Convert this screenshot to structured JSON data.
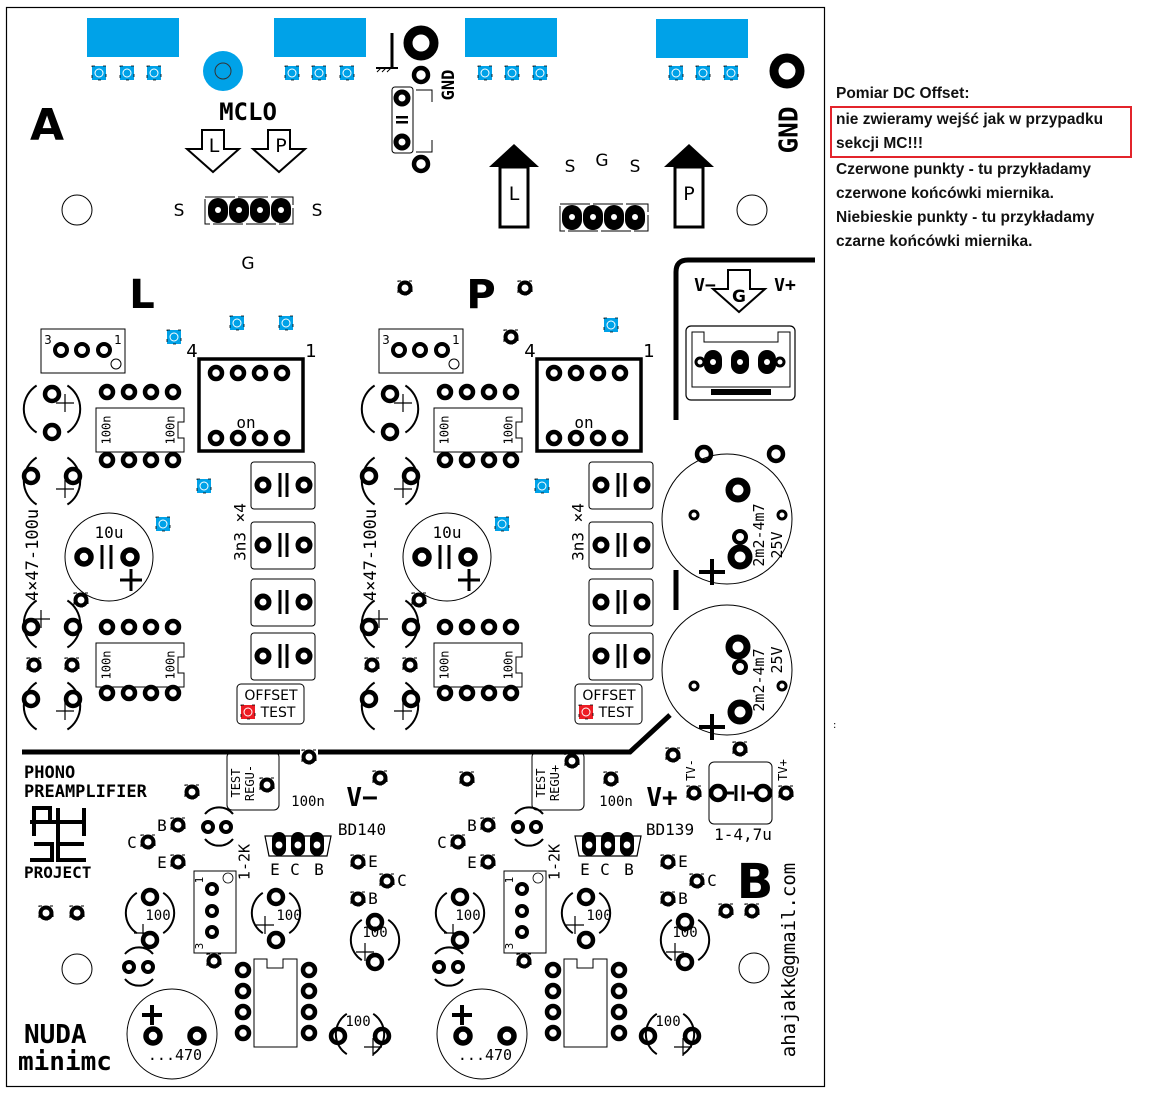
{
  "board": {
    "colors": {
      "pad_blue": "#00a2e8",
      "pad_red": "#ed1c24",
      "ink": "#000000",
      "note_box": "#e3242b"
    },
    "labels": {
      "section_a": "A",
      "section_b": "B",
      "mclo": "MCLO",
      "arrow_l": "L",
      "arrow_p": "P",
      "s_left": "S",
      "s_right": "S",
      "g_top": "G",
      "s2_left": "S",
      "g2": "G",
      "s2_right": "S",
      "gnd_small": "GND",
      "gnd_big": "GND",
      "channel_l": "L",
      "channel_p": "P",
      "pin4_l": "4",
      "pin1_l": "1",
      "pin4_p": "4",
      "pin1_p": "1",
      "pot_pin3": "3",
      "pot_pin1": "1",
      "on_l": "on",
      "on_p": "on",
      "cap_100n": "100n",
      "cap_10u": "10u",
      "cap_4x47": "4×47-100u",
      "cap_3n3": "3n3 ×4",
      "offset": "OFFSET",
      "test": "TEST",
      "vminus_g": "G",
      "vminus": "V−",
      "vplus": "V+",
      "bigcap": "2m2-4m7",
      "bigcap_v": "25V",
      "phono": "PHONO",
      "preamplifier": "PREAMPLIFIER",
      "project": "PROJECT",
      "test_regu_minus_1": "TEST",
      "test_regu_minus_2": "REGU-",
      "test_regu_plus_1": "TEST",
      "test_regu_plus_2": "REGU+",
      "v_minus_label": "V−",
      "v_plus_label": "V+",
      "cap_100n_b": "100n",
      "bd140": "BD140",
      "bd139": "BD139",
      "e": "E",
      "c": "C",
      "b": "B",
      "res_1_2k": "1-2K",
      "trim_pin1": "1",
      "trim_pin3": "3",
      "cap_100": "100",
      "cap_470": "...470",
      "tv_minus": "TV-",
      "tv_plus": "TV+",
      "cap_1_47u": "1-4,7u",
      "nuda": "NUDA",
      "minimc": "minimc",
      "email": "ahajakk@gmail.com"
    }
  },
  "note": {
    "title": "Pomiar DC Offset:",
    "warning_line1": "nie zwieramy wejść jak w przypadku",
    "warning_line2": "sekcji MC!!!",
    "red_line1": "Czerwone punkty - tu przykładamy",
    "red_line2": "czerwone końcówki miernika.",
    "blue_line1": "Niebieskie punkty - tu przykładamy",
    "blue_line2": "czarne końcówki miernika."
  }
}
